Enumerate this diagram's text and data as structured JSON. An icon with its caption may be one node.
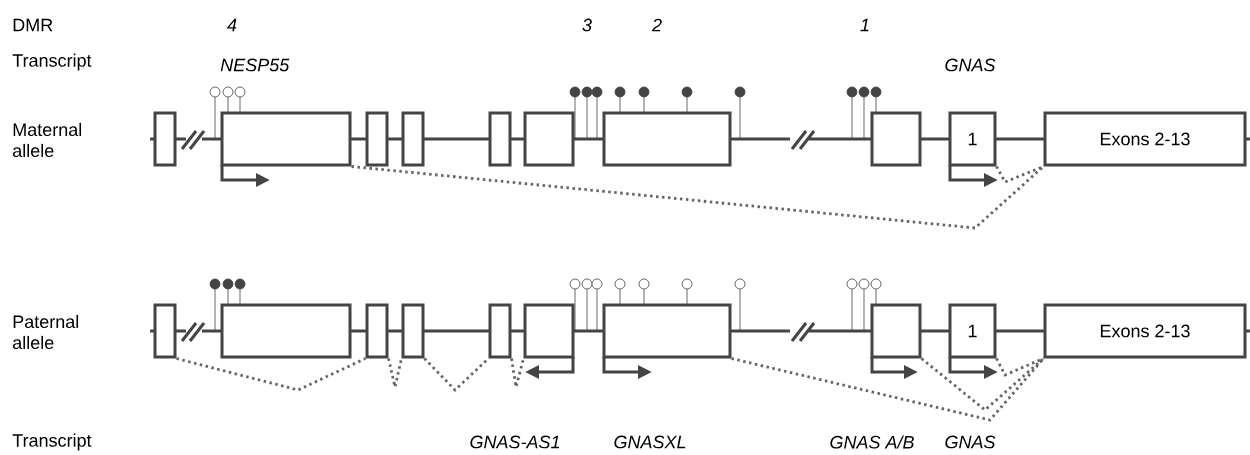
{
  "diagram": {
    "nodes": [
      {
        "text": [],
        "shape": "box"
      },
      {
        "text": [],
        "shape": "box"
      },
      {
        "text": [],
        "shape": "box"
      },
      {
        "text": [],
        "shape": "box"
      },
      {
        "text": [],
        "shape": "box"
      },
      {
        "text": [],
        "shape": "box"
      },
      {
        "text": [],
        "shape": "box"
      },
      {
        "text": [],
        "shape": "box"
      },
      {
        "text": [
          "1"
        ]
      },
      {
        "text": [
          "Exons 2-13"
        ]
      },
      {
        "text": [],
        "shape": "box"
      },
      {
        "text": [],
        "shape": "box"
      },
      {
        "text": [],
        "shape": "box"
      },
      {
        "text": [],
        "shape": "box"
      },
      {
        "text": [],
        "shape": "box"
      },
      {
        "text": [],
        "shape": "box"
      },
      {
        "text": [],
        "shape": "box"
      },
      {
        "text": [],
        "shape": "box"
      },
      {
        "text": [
          "1"
        ]
      },
      {
        "text": [
          "Exons 2-13"
        ]
      }
    ],
    "edges": [
      {
        "from": 1,
        "to": 9,
        "arrow": "none",
        "style": "dashed"
      },
      {
        "from": 8,
        "to": 9,
        "arrow": "none",
        "style": "dashed"
      },
      {
        "from": 10,
        "to": 12,
        "arrow": "none",
        "style": "dashed"
      },
      {
        "from": 12,
        "to": 13,
        "arrow": "none",
        "style": "dashed"
      },
      {
        "from": 13,
        "to": 14,
        "arrow": "none",
        "style": "dashed"
      },
      {
        "from": 14,
        "to": 15,
        "arrow": "none",
        "style": "dashed"
      },
      {
        "from": 16,
        "to": 19,
        "arrow": "none",
        "style": "dashed"
      },
      {
        "from": 17,
        "to": 19,
        "arrow": "none",
        "style": "dashed"
      },
      {
        "from": 18,
        "to": 19,
        "arrow": "none",
        "style": "dashed"
      }
    ],
    "labels": [
      "DMR",
      "4",
      "3",
      "2",
      "1",
      "Transcript",
      "NESP55",
      "GNAS",
      "Maternal allele",
      "Paternal allele",
      "Transcript",
      "GNAS-AS1",
      "GNASXL",
      "GNAS A/B",
      "GNAS"
    ]
  }
}
